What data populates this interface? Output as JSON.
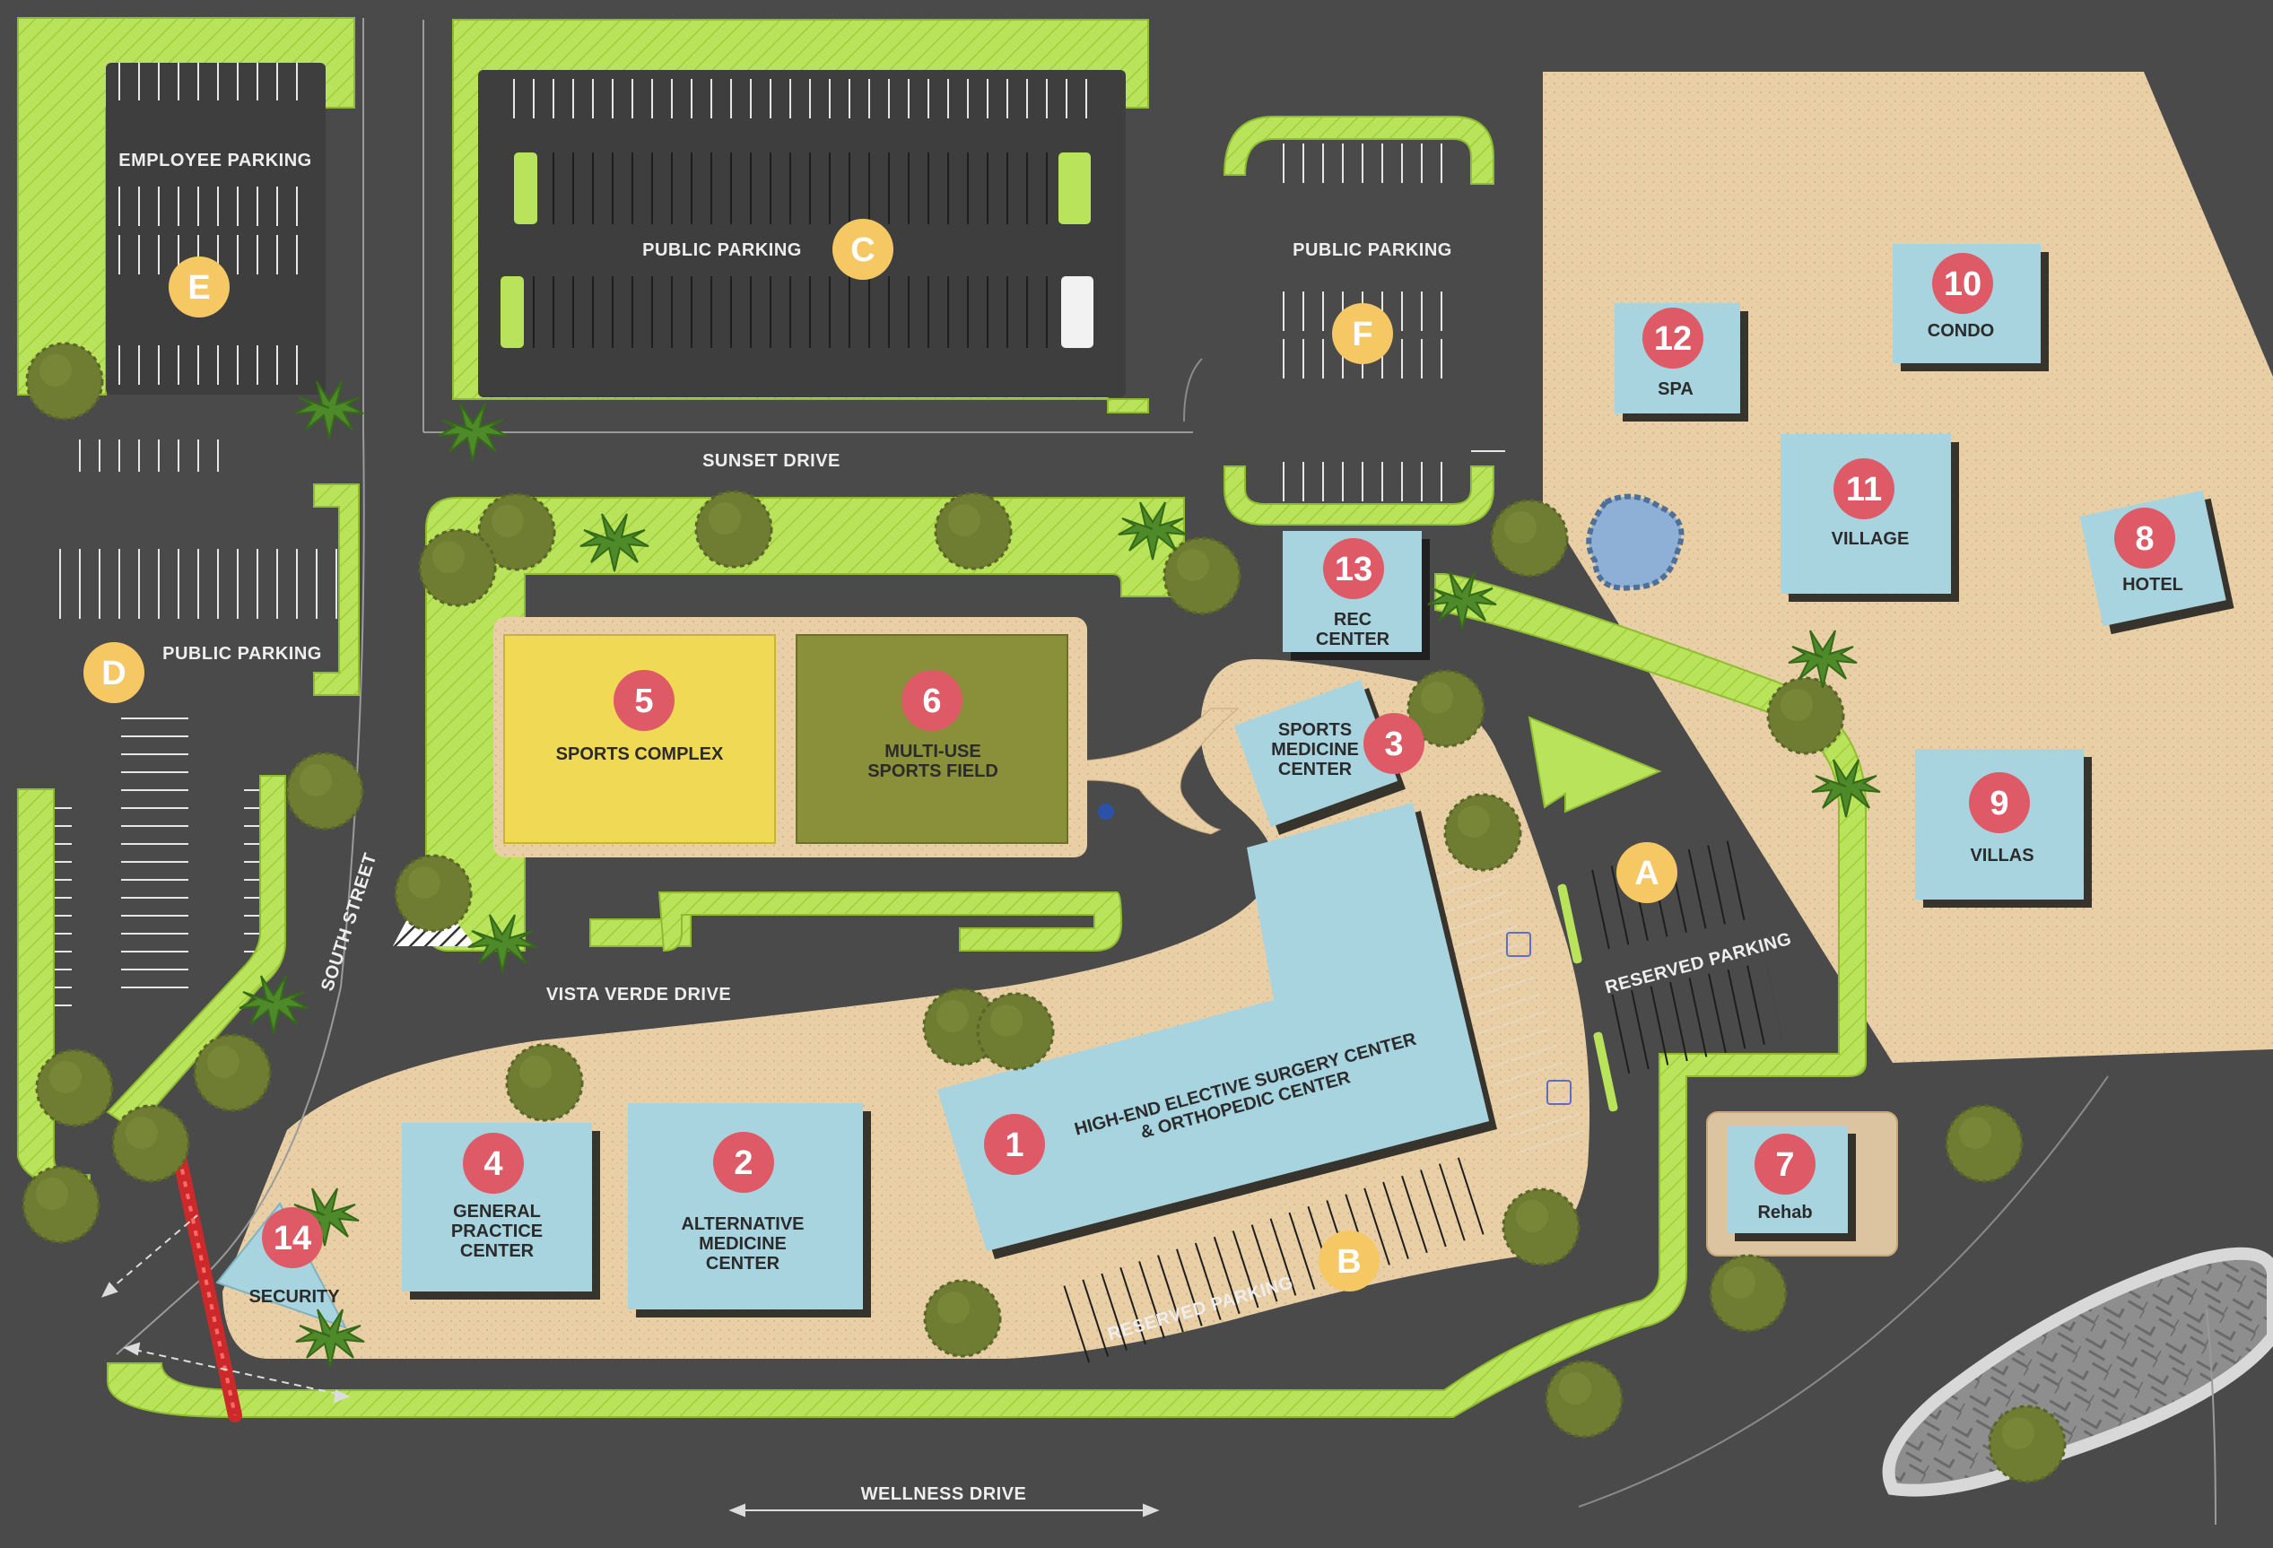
{
  "colors": {
    "asphalt": "#4a4a4a",
    "grass": "#b9e35a",
    "sand": "#e9cfa6",
    "building": "#a8d4e0",
    "sports_complex": "#f0d955",
    "sports_field": "#8a8f3a",
    "numbered_marker": "#de5a66",
    "lettered_marker": "#f6c864",
    "tree": "#6f7d33",
    "gate": "#cc2a2a"
  },
  "roads": {
    "sunset": "SUNSET DRIVE",
    "vista_verde": "VISTA VERDE DRIVE",
    "wellness": "WELLNESS DRIVE",
    "south_street": "SOUTH STREET"
  },
  "parking": {
    "employee": "EMPLOYEE PARKING",
    "public_c": "PUBLIC PARKING",
    "public_f": "PUBLIC PARKING",
    "public_d": "PUBLIC PARKING",
    "reserved_a": "RESERVED PARKING",
    "reserved_b": "RESERVED PARKING"
  },
  "buildings": {
    "b1_line1": "HIGH-END ELECTIVE SURGERY CENTER",
    "b1_line2": "& ORTHOPEDIC CENTER",
    "b2_line1": "ALTERNATIVE",
    "b2_line2": "MEDICINE",
    "b2_line3": "CENTER",
    "b3_line1": "SPORTS",
    "b3_line2": "MEDICINE",
    "b3_line3": "CENTER",
    "b4_line1": "GENERAL",
    "b4_line2": "PRACTICE",
    "b4_line3": "CENTER",
    "b5": "SPORTS COMPLEX",
    "b6_line1": "MULTI-USE",
    "b6_line2": "SPORTS FIELD",
    "b7": "Rehab",
    "b8": "HOTEL",
    "b9": "VILLAS",
    "b10": "CONDO",
    "b11": "VILLAGE",
    "b12": "SPA",
    "b13_line1": "REC",
    "b13_line2": "CENTER",
    "b14": "SECURITY"
  },
  "markers": {
    "n1": "1",
    "n2": "2",
    "n3": "3",
    "n4": "4",
    "n5": "5",
    "n6": "6",
    "n7": "7",
    "n8": "8",
    "n9": "9",
    "n10": "10",
    "n11": "11",
    "n12": "12",
    "n13": "13",
    "n14": "14",
    "a": "A",
    "b": "B",
    "c": "C",
    "d": "D",
    "e": "E",
    "f": "F"
  },
  "icons": [
    "tree-icon",
    "palm-tree-icon",
    "handicap-icon",
    "pond-icon",
    "gate-icon",
    "direction-arrow-icon"
  ]
}
